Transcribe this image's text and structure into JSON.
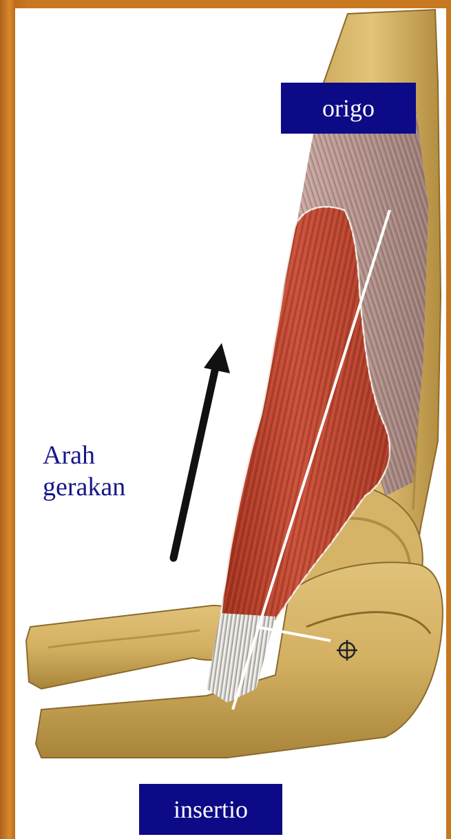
{
  "labels": {
    "origin": "origo",
    "insertion": "insertio",
    "direction_line1": "Arah",
    "direction_line2": "gerakan"
  },
  "colors": {
    "label_box_bg": "#0c0a86",
    "label_box_text": "#ffffff",
    "direction_text": "#15158a",
    "arrow": "#111111",
    "muscle": "#b8432a",
    "bone": "#d9b769",
    "frame": "#c8781f"
  }
}
